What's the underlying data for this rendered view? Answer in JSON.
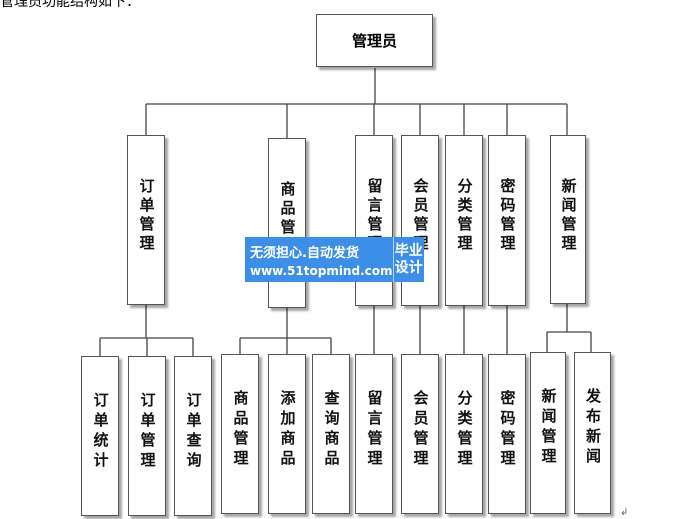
{
  "caption": "管理员功能结构如下：",
  "root": "管理员",
  "mid_nodes": [
    "订单管理",
    "商品管理",
    "留言管理",
    "会员管理",
    "分类管理",
    "密码管理",
    "新闻管理"
  ],
  "leaf_nodes": [
    "订单统计",
    "订单管理",
    "订单查询",
    "商品管理",
    "添加商品",
    "查询商品",
    "留言管理",
    "会员管理",
    "分类管理",
    "密码管理",
    "新闻管理",
    "发布新闻"
  ],
  "watermark": {
    "line1": "无须担心.自动发货",
    "line2": "www.51topmind.com",
    "badge1": "毕业",
    "badge2": "设计"
  },
  "corner_mark": "↲"
}
